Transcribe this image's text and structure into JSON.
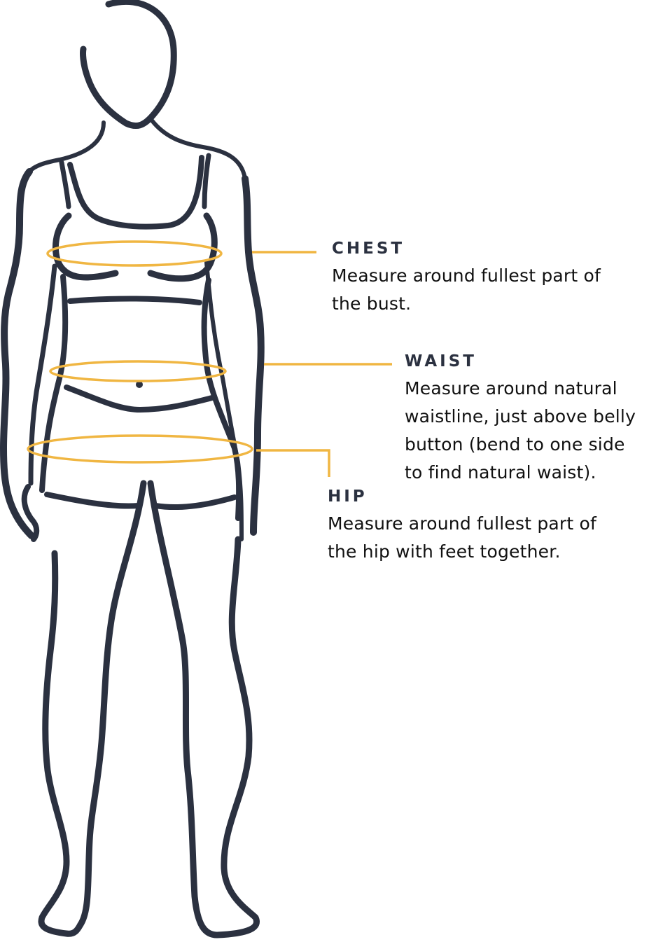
{
  "measurements": {
    "chest": {
      "title": "CHEST",
      "description_lines": [
        "Measure around fullest part of",
        "the bust."
      ]
    },
    "waist": {
      "title": "WAIST",
      "description_lines": [
        "Measure around natural",
        "waistline, just above belly",
        "button (bend to one side",
        "to find natural waist)."
      ]
    },
    "hip": {
      "title": "HIP",
      "description_lines": [
        "Measure around fullest part of",
        "the hip with feet together."
      ]
    }
  },
  "colors": {
    "outline": "#2b3140",
    "measure_line": "#f0b642",
    "text": "#111111",
    "background": "#ffffff"
  }
}
